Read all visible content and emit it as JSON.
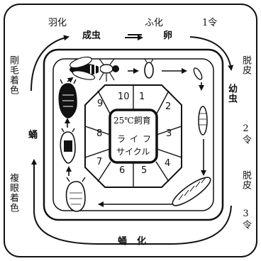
{
  "cycle": {
    "eclosion": "羽化",
    "adult": "成虫",
    "hatching": "ふ化",
    "egg": "卵",
    "first_instar": "1令",
    "molt_top": "脱皮",
    "larva": "幼虫",
    "second_instar": "2令",
    "molt_right": "脱皮",
    "third_instar": "3令",
    "pupation": "蛹化",
    "pupa": "蛹",
    "bristle_pigmentation": "剛毛着色",
    "compound_eye_pigmentation": "複眼着色"
  },
  "center": {
    "temperature_line": "25℃飼育",
    "life_line": "ライフ",
    "cycle_line": "サイクル",
    "days": [
      "1",
      "2",
      "3",
      "4",
      "5",
      "6",
      "7",
      "8",
      "9",
      "10"
    ]
  },
  "colors": {
    "ink": "#111111",
    "paper": "#ffffff"
  },
  "icons": [
    "adult-fly-icon",
    "egg-icon",
    "larva-icon",
    "pupa-icon",
    "arrow-icon"
  ]
}
